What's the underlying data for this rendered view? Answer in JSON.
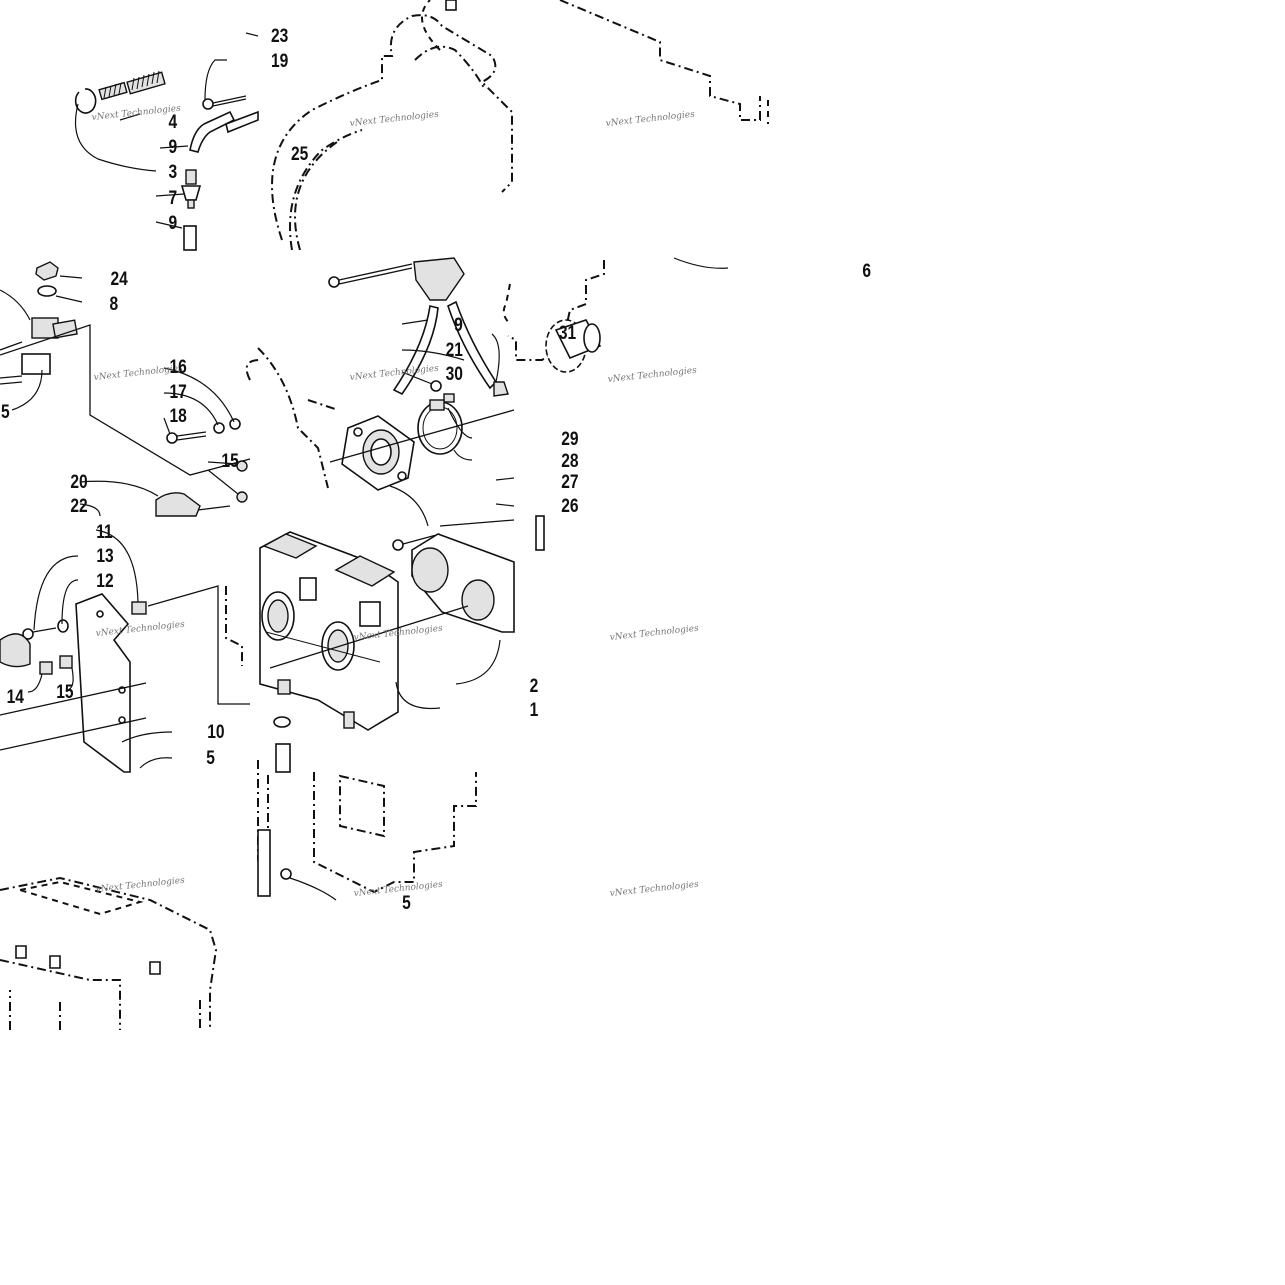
{
  "diagram": {
    "watermark": "vNext Technologies",
    "callouts": [
      {
        "id": "23",
        "text": "23"
      },
      {
        "id": "19",
        "text": "19"
      },
      {
        "id": "4",
        "text": "4"
      },
      {
        "id": "25a",
        "text": "25"
      },
      {
        "id": "9a",
        "text": "9"
      },
      {
        "id": "3",
        "text": "3"
      },
      {
        "id": "7",
        "text": "7"
      },
      {
        "id": "9b",
        "text": "9"
      },
      {
        "id": "24",
        "text": "24"
      },
      {
        "id": "8",
        "text": "8"
      },
      {
        "id": "5a",
        "text": "5"
      },
      {
        "id": "16",
        "text": "16"
      },
      {
        "id": "17",
        "text": "17"
      },
      {
        "id": "18",
        "text": "18"
      },
      {
        "id": "15a",
        "text": "15"
      },
      {
        "id": "20",
        "text": "20"
      },
      {
        "id": "22",
        "text": "22"
      },
      {
        "id": "11",
        "text": "11"
      },
      {
        "id": "13",
        "text": "13"
      },
      {
        "id": "12",
        "text": "12"
      },
      {
        "id": "14",
        "text": "14"
      },
      {
        "id": "15b",
        "text": "15"
      },
      {
        "id": "10",
        "text": "10"
      },
      {
        "id": "5b",
        "text": "5"
      },
      {
        "id": "9c",
        "text": "9"
      },
      {
        "id": "21",
        "text": "21"
      },
      {
        "id": "30",
        "text": "30"
      },
      {
        "id": "31",
        "text": "31"
      },
      {
        "id": "29",
        "text": "29"
      },
      {
        "id": "28",
        "text": "28"
      },
      {
        "id": "27",
        "text": "27"
      },
      {
        "id": "26",
        "text": "26"
      },
      {
        "id": "6",
        "text": "6"
      },
      {
        "id": "2",
        "text": "2"
      },
      {
        "id": "1",
        "text": "1"
      },
      {
        "id": "5c",
        "text": "5"
      }
    ]
  }
}
